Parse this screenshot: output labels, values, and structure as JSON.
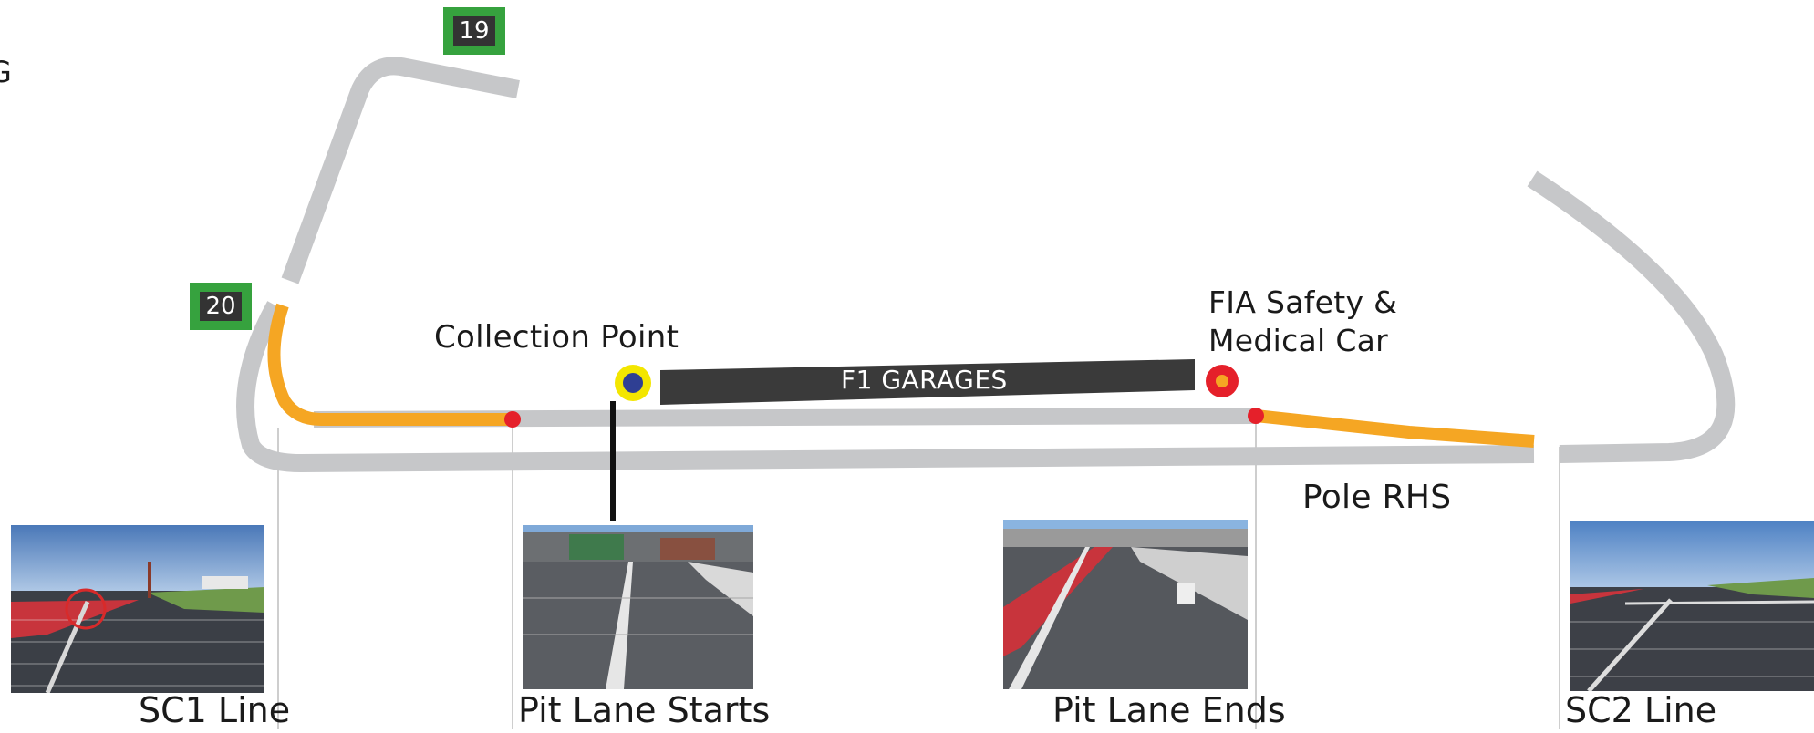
{
  "colors": {
    "track": "#c6c7c9",
    "pit_lane": "#f5a623",
    "marker_red": "#e5202a",
    "garage": "#3a3a3a",
    "collection_ring": "#f3e600",
    "collection_center": "#2f3f93",
    "safety_ring": "#e5202a",
    "safety_center": "#f5a623",
    "turn_badge": "#36a23e",
    "guide_line": "#bdbdbd"
  },
  "title_fragment": "G",
  "turns": [
    {
      "number": "19"
    },
    {
      "number": "20"
    }
  ],
  "labels": {
    "collection_point": "Collection Point",
    "fia_car_line1": "FIA Safety &",
    "fia_car_line2": "Medical Car",
    "pole_side": "Pole RHS",
    "garages": "F1 GARAGES"
  },
  "photos": [
    {
      "caption": "SC1 Line",
      "icon": "sc1-line-photo"
    },
    {
      "caption": "Pit Lane Starts",
      "icon": "pit-lane-start-photo"
    },
    {
      "caption": "Pit Lane Ends",
      "icon": "pit-lane-end-photo"
    },
    {
      "caption": "SC2 Line",
      "icon": "sc2-line-photo"
    }
  ]
}
